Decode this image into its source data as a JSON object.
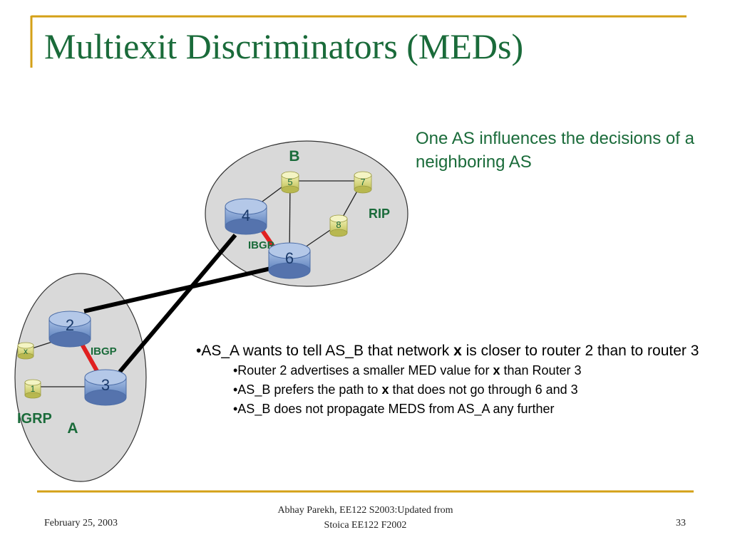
{
  "slide": {
    "title": "Multiexit Discriminators (MEDs)",
    "subtitle": "One AS influences the decisions of a neighboring AS"
  },
  "diagram": {
    "as_b": {
      "label": "B",
      "protocol": "RIP",
      "ibgp": "IBGP"
    },
    "as_a": {
      "label": "A",
      "protocol": "IGRP",
      "ibgp": "IBGP"
    },
    "routers": {
      "r1": "1",
      "r2": "2",
      "r3": "3",
      "r4": "4",
      "r5": "5",
      "r6": "6",
      "r7": "7",
      "r8": "8",
      "x": "x"
    },
    "colors": {
      "cloud": "#d9d9d9",
      "small_router": "#d8d87a",
      "big_router": "#7f9fd0",
      "ibgp_link": "#e02020",
      "ebgp_link": "#000000",
      "text_green": "#1a6b3a",
      "accent_gold": "#d4a017"
    }
  },
  "bullets": {
    "main_prefix": "•AS_A wants to tell AS_B that network ",
    "main_bold": "x",
    "main_suffix": " is closer to router 2 than to router 3",
    "sub1_prefix": "•Router 2 advertises a smaller MED value for ",
    "sub1_bold": "x",
    "sub1_suffix": " than Router 3",
    "sub2_prefix": "•AS_B prefers the path to ",
    "sub2_bold": "x",
    "sub2_suffix": " that does not go through 6 and 3",
    "sub3": "•AS_B does not propagate MEDS from AS_A any further"
  },
  "footer": {
    "date": "February 25, 2003",
    "author_line1": "Abhay Parekh, EE122 S2003:Updated from",
    "author_line2": "Stoica EE122 F2002",
    "page": "33"
  }
}
